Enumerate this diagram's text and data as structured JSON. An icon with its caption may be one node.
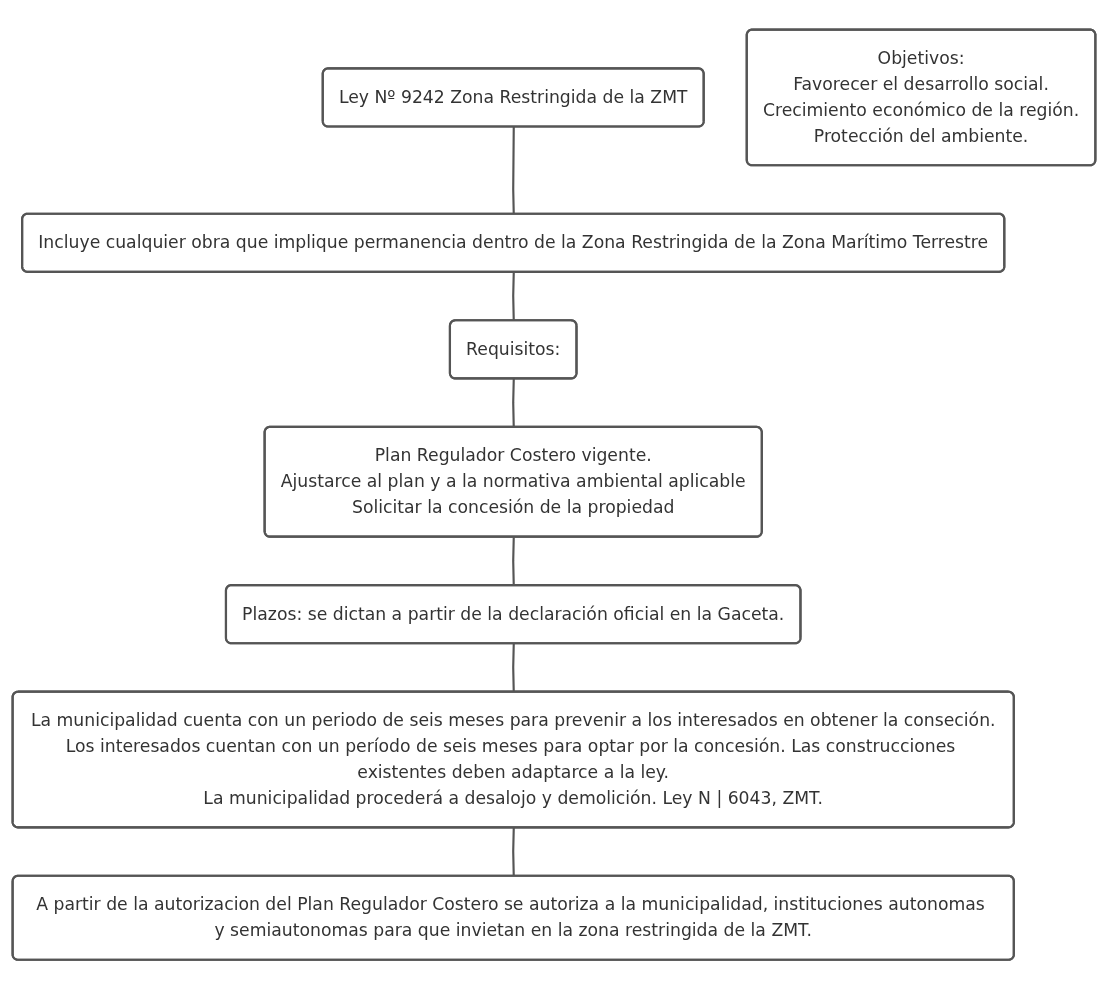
{
  "diagram": {
    "nodes": [
      {
        "text": [
          "Ley  Nº 9242 Zona Restringida de la ZMT"
        ]
      },
      {
        "text": [
          "Incluye cualquier obra que implique permanencia dentro de la Zona Restringida de la Zona Marítimo Terrestre"
        ]
      },
      {
        "text": [
          "Requisitos:"
        ]
      },
      {
        "text": [
          "Objetivos:",
          "Favorecer el desarrollo social.",
          "Crecimiento económico de la región.",
          "Protección del ambiente."
        ]
      },
      {
        "text": [
          "Plan Regulador Costero vigente.",
          "Ajustarce al plan y a la normativa ambiental aplicable",
          "Solicitar la concesión de la propiedad"
        ]
      },
      {
        "text": [
          "Plazos: se dictan a partir de la declaración oficial en la Gaceta."
        ]
      },
      {
        "text": [
          "La municipalidad cuenta con un periodo de seis meses para prevenir a los interesados en obtener la conseción.",
          "Los interesados cuentan con un período de seis meses para optar por la concesión. Las construcciones existentes deben adaptarce a la ley.",
          "La municipalidad procederá a desalojo y demolición. Ley N | 6043, ZMT."
        ]
      },
      {
        "text": [
          "A partir de la autorizacion del Plan Regulador Costero se autoriza a la municipalidad, instituciones autonomas y semiautonomas para que invietan en la zona restringida de la ZMT."
        ]
      }
    ],
    "edges": [
      {
        "from": 0,
        "to": 1,
        "arrow": "none"
      },
      {
        "from": 1,
        "to": 2,
        "arrow": "none"
      },
      {
        "from": 2,
        "to": 4,
        "arrow": "none"
      },
      {
        "from": 4,
        "to": 5,
        "arrow": "none"
      },
      {
        "from": 5,
        "to": 6,
        "arrow": "none"
      },
      {
        "from": 6,
        "to": 7,
        "arrow": "none"
      }
    ]
  }
}
